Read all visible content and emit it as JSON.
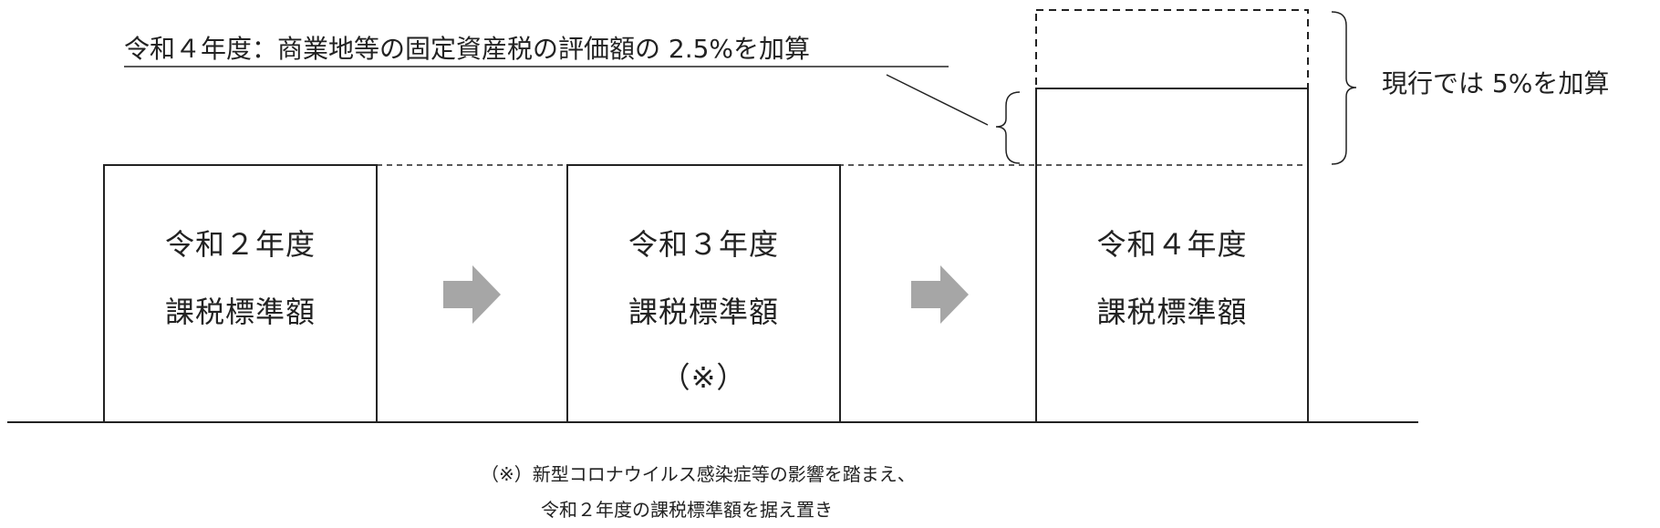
{
  "diagram": {
    "top_annotation": "令和４年度：商業地等の固定資産税の評価額の 2.5%を加算",
    "right_annotation": "現行では 5%を加算",
    "boxes": [
      {
        "year": "令和２年度",
        "label": "課税標準額",
        "note": ""
      },
      {
        "year": "令和３年度",
        "label": "課税標準額",
        "note": "（※）"
      },
      {
        "year": "令和４年度",
        "label": "課税標準額",
        "note": ""
      }
    ],
    "arrows": [
      "arrow-1",
      "arrow-2"
    ],
    "footnote": {
      "line1": "（※）新型コロナウイルス感染症等の影響を踏まえ、",
      "line2": "令和２年度の課税標準額を据え置き"
    },
    "colors": {
      "line": "#222222",
      "arrow": "#a6a6a6",
      "text": "#222222"
    }
  }
}
